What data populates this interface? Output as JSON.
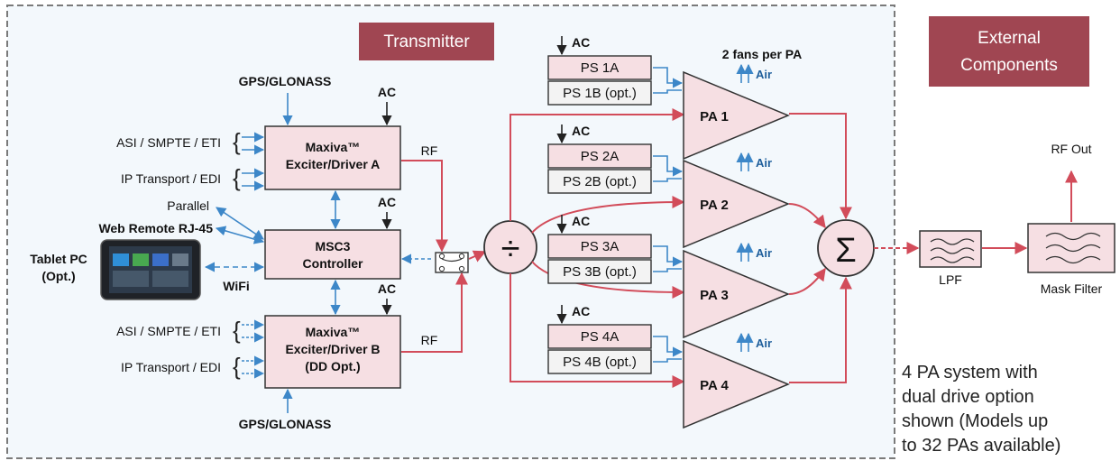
{
  "transmitter_title": "Transmitter",
  "external_title": [
    "External",
    "Components"
  ],
  "fans_note": "2 fans per PA",
  "exciter_a": [
    "Maxiva™",
    "Exciter/Driver A"
  ],
  "exciter_b": [
    "Maxiva™",
    "Exciter/Driver B",
    "(DD Opt.)"
  ],
  "controller": [
    "MSC3",
    "Controller"
  ],
  "inputs": {
    "gps_top": "GPS/GLONASS",
    "gps_bottom": "GPS/GLONASS",
    "asi_a": "ASI / SMPTE / ETI",
    "ip_a": "IP Transport / EDI",
    "asi_b": "ASI / SMPTE / ETI",
    "ip_b": "IP Transport / EDI",
    "parallel": "Parallel",
    "web_remote": "Web Remote RJ-45",
    "tablet": [
      "Tablet PC",
      "(Opt.)"
    ],
    "wifi": "WiFi"
  },
  "ac": "AC",
  "rf": "RF",
  "air": "Air",
  "power_supplies": [
    {
      "a": "PS 1A",
      "b": "PS 1B (opt.)"
    },
    {
      "a": "PS 2A",
      "b": "PS 2B (opt.)"
    },
    {
      "a": "PS 3A",
      "b": "PS 3B (opt.)"
    },
    {
      "a": "PS 4A",
      "b": "PS 4B (opt.)"
    }
  ],
  "amplifiers": [
    "PA 1",
    "PA 2",
    "PA 3",
    "PA 4"
  ],
  "splitter_symbol": "÷",
  "combiner_symbol": "Σ",
  "lpf": "LPF",
  "mask_filter": "Mask Filter",
  "rf_out": "RF Out",
  "note": [
    "4 PA system with",
    "dual drive option",
    "shown (Models up",
    "to 32 PAs available)"
  ],
  "colors": {
    "block_fill": "#f6dfe3",
    "title_bg": "#a04652",
    "rf_line": "#d24c5a",
    "control_line": "#3d87c8",
    "frame": "#7a7a7a"
  }
}
